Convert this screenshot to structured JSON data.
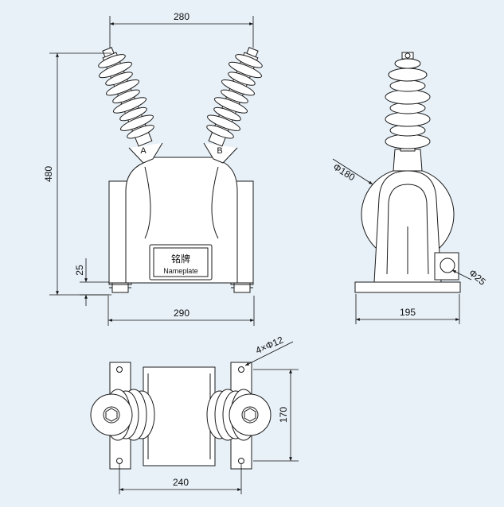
{
  "colors": {
    "background": "#e8f1f8",
    "outline": "#1a1a1a",
    "fill": "#ffffff"
  },
  "front_view": {
    "top_span": "280",
    "height": "480",
    "base_height": "25",
    "width": "290",
    "terminal_a": "A",
    "terminal_b": "B",
    "nameplate_cn": "铭牌",
    "nameplate_en": "Nameplate"
  },
  "side_view": {
    "body_diameter": "Φ180",
    "hole_diameter": "Φ25",
    "width": "195"
  },
  "top_view": {
    "holes": "4×Φ12",
    "depth": "170",
    "hole_spacing": "240"
  }
}
